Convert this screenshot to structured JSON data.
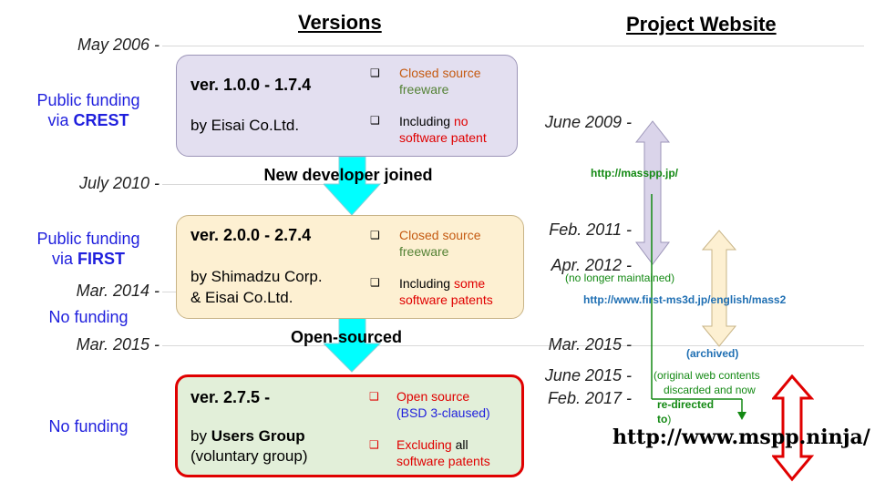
{
  "headers": {
    "versions": "Versions",
    "website": "Project Website"
  },
  "left_dates": {
    "d1": "May 2006 -",
    "d2": "July 2010 -",
    "d3": "Mar. 2014 -",
    "d4": "Mar. 2015 -"
  },
  "right_dates": {
    "d1": "June 2009 -",
    "d2": "Feb. 2011 -",
    "d3": "Apr. 2012 -",
    "d4": "Mar. 2015 -",
    "d5": "June 2015 -",
    "d6": "Feb. 2017 -"
  },
  "funding": {
    "f1_line1": "Public funding",
    "f1_prefix": "via ",
    "f1_bold": "CREST",
    "f2_line1": "Public funding",
    "f2_prefix": "via ",
    "f2_bold": "FIRST",
    "f3": "No funding",
    "f4": "No funding"
  },
  "box1": {
    "title": "ver. 1.0.0 - 1.7.4",
    "by": "by Eisai Co.Ltd.",
    "n1a": "Closed source",
    "n1b": "freeware",
    "n2a": "Including ",
    "n2b": "no",
    "n2c": "software patent"
  },
  "box2": {
    "title": "ver. 2.0.0 - 2.7.4",
    "by1": "by Shimadzu Corp.",
    "by2": "& Eisai Co.Ltd.",
    "n1a": "Closed source",
    "n1b": "freeware",
    "n2a": "Including ",
    "n2b": "some",
    "n2c": "software patents"
  },
  "box3": {
    "title": "ver. 2.7.5 -",
    "by_prefix": "by ",
    "by_bold": "Users Group",
    "by2": "(voluntary group)",
    "n1a": "Open source",
    "n1b": "(BSD 3-claused)",
    "n2a": "Excluding",
    "n2b": " all",
    "n2c": "software patents"
  },
  "arrows": {
    "a1": "New developer joined",
    "a2": "Open-sourced"
  },
  "website": {
    "url1": "http://masspp.jp/",
    "no_longer": "(no longer maintained)",
    "url2": "http://www.first-ms3d.jp/english/mass2",
    "archived": "(archived)",
    "orig1": "(original web contents",
    "orig2": "discarded and now",
    "redirect1": "re-directed",
    "redirect2": "to",
    "paren_close": ")",
    "url3": "http://www.mspp.ninja/"
  },
  "colors": {
    "box1_fill": "#e3dff0",
    "box2_fill": "#fdf0d2",
    "box3_fill": "#e2efd9",
    "box3_border": "#e00000",
    "flow_arrow": "#00ffff",
    "lavender_arrow": "#dad4ea",
    "cream_arrow": "#fdf0d2",
    "red_arrow": "#e00000"
  }
}
